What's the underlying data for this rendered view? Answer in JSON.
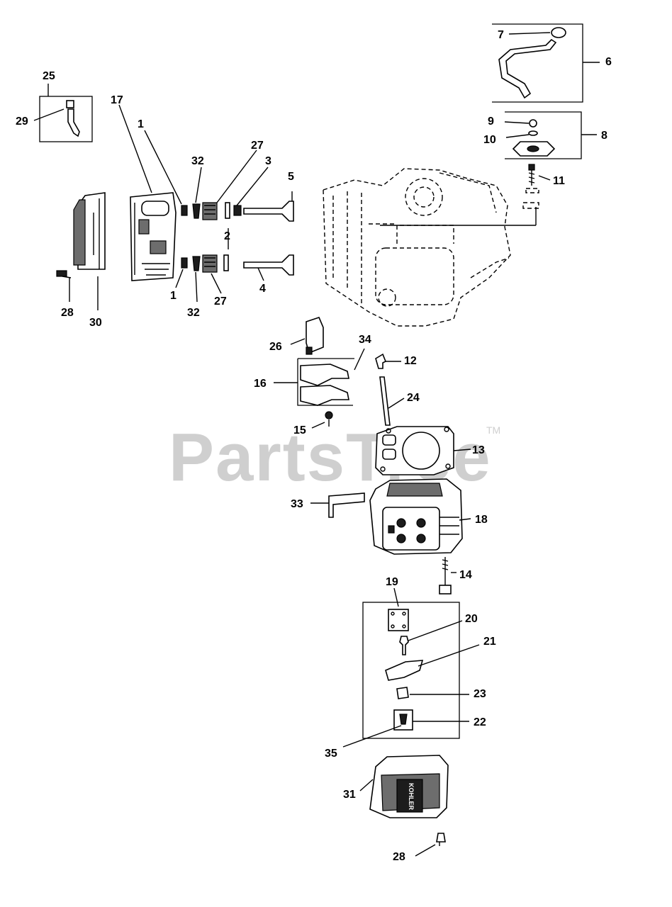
{
  "watermark": {
    "text": "PartsTree",
    "trademark": "TM"
  },
  "callouts": {
    "c1a": "1",
    "c1b": "1",
    "c2": "2",
    "c3": "3",
    "c4": "4",
    "c5": "5",
    "c6": "6",
    "c7": "7",
    "c8": "8",
    "c9": "9",
    "c10": "10",
    "c11": "11",
    "c12": "12",
    "c13": "13",
    "c14": "14",
    "c15": "15",
    "c16": "16",
    "c17": "17",
    "c18": "18",
    "c19": "19",
    "c20": "20",
    "c21": "21",
    "c22": "22",
    "c23": "23",
    "c24": "24",
    "c25": "25",
    "c26": "26",
    "c27a": "27",
    "c27b": "27",
    "c28a": "28",
    "c28b": "28",
    "c29": "29",
    "c30": "30",
    "c31": "31",
    "c32a": "32",
    "c32b": "32",
    "c33": "33",
    "c34": "34",
    "c35": "35"
  },
  "cover_logo": "KOHLER"
}
